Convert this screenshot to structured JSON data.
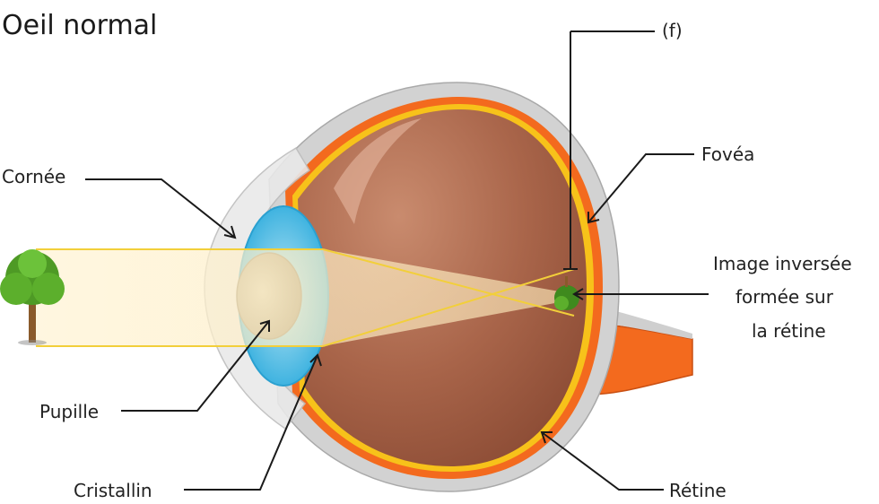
{
  "title": "Oeil normal",
  "labels": {
    "focal": "(f)",
    "cornea": "Cornée",
    "fovea": "Fovéa",
    "image_line1": "Image inversée",
    "image_line2": "formée sur",
    "image_line3": "la rétine",
    "pupil": "Pupille",
    "lens": "Cristallin",
    "retina": "Rétine"
  },
  "colors": {
    "sclera": "#c9c9c9",
    "choroid": "#f36a1e",
    "retina_yellow": "#f7c21a",
    "vitreous": "#a9654a",
    "cornea_blue": "#62c3e6",
    "light_beam": "#fff1cc",
    "beam_edge": "#f2cf3a",
    "tree_green": "#4e9a25",
    "trunk": "#8a5a2b"
  },
  "icons": [
    "tree-icon",
    "inverted-tree-icon"
  ]
}
